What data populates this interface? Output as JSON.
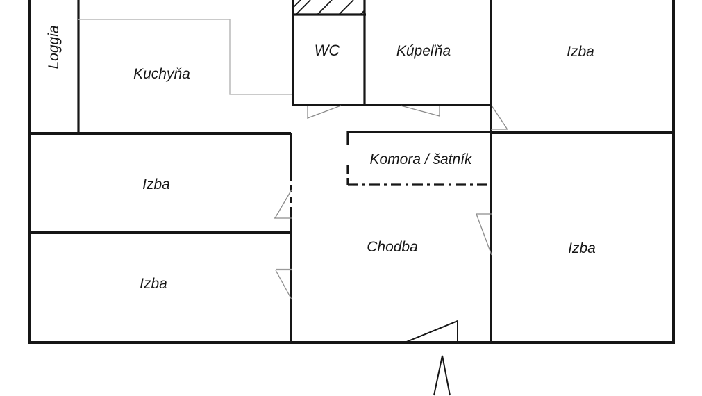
{
  "floor_plan": {
    "rooms": {
      "loggia": "Loggia",
      "kuchyna": "Kuchyňa",
      "wc": "WC",
      "kupelna": "Kúpeľňa",
      "izba_top_right": "Izba",
      "izba_middle_left": "Izba",
      "izba_bottom_left": "Izba",
      "izba_bottom_right": "Izba",
      "komora_satnik": "Komora / šatník",
      "chodba": "Chodba"
    },
    "colors": {
      "background": "#ffffff",
      "wall": "#161616",
      "door_swing": "#8c8c8c",
      "kitchen_open_boundary": "#b9b9b9"
    }
  }
}
